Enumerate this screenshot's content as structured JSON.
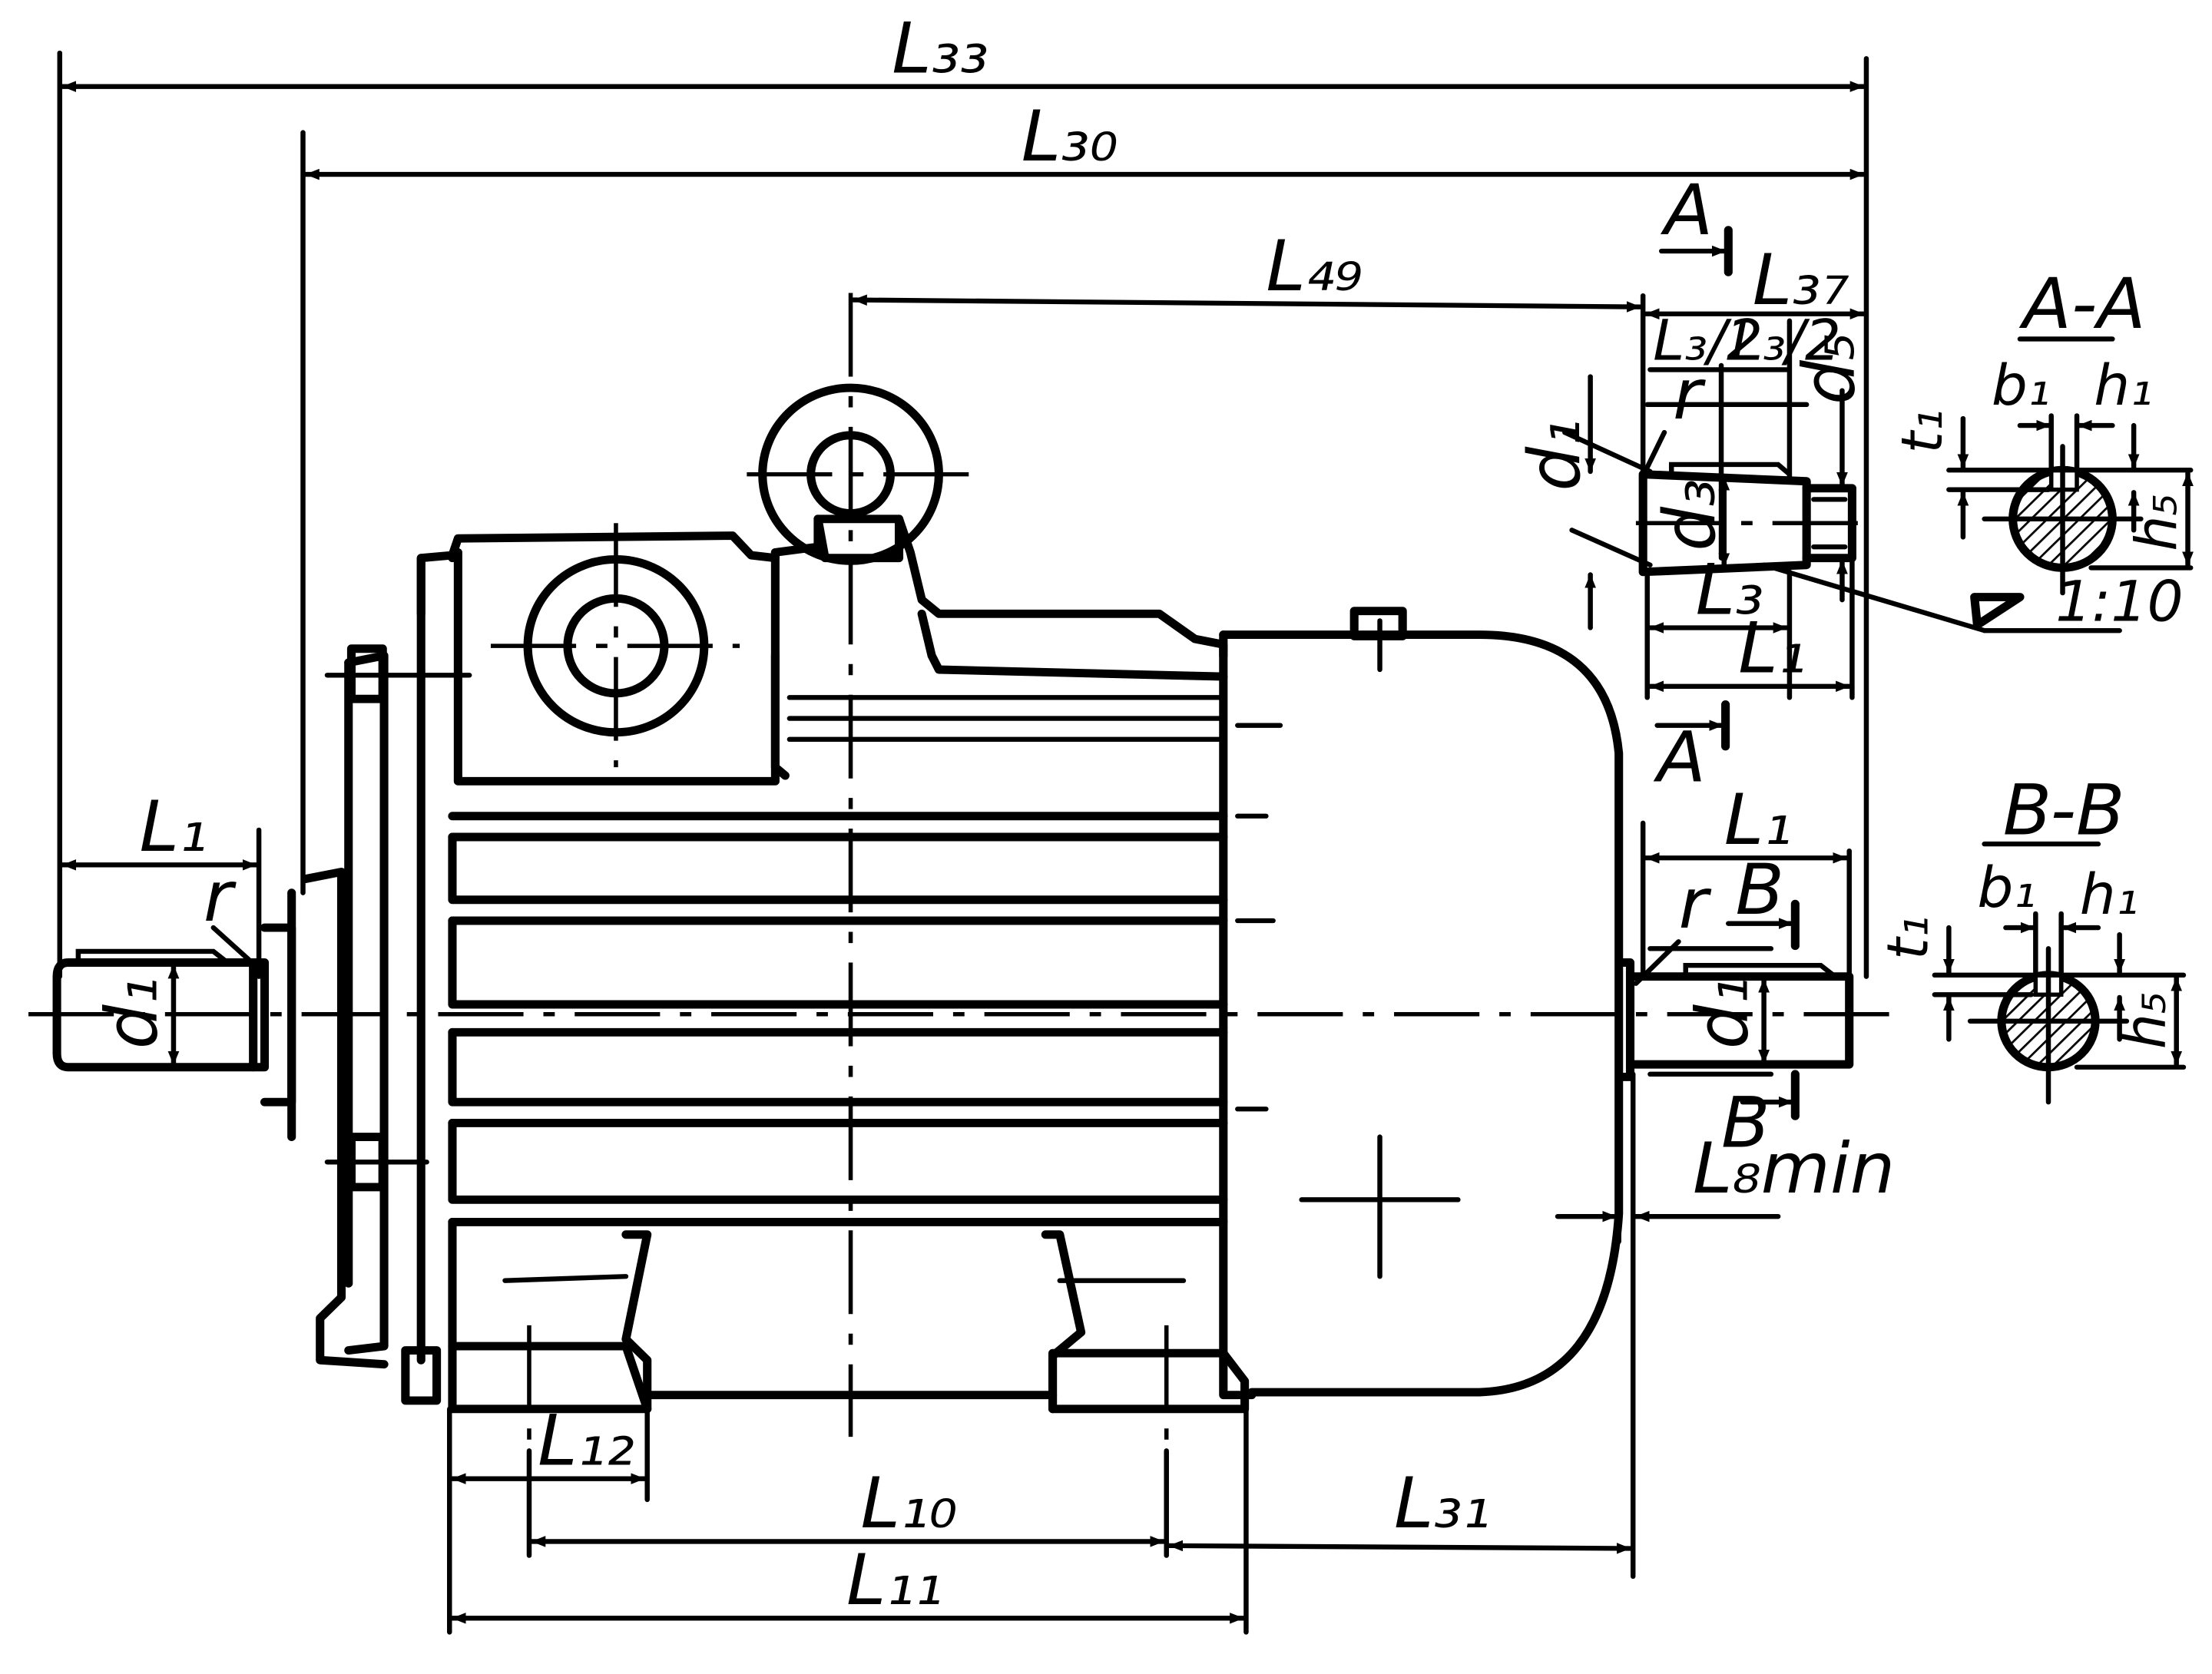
{
  "dimensions": {
    "L33": "L₃₃",
    "L30": "L₃₀",
    "L49": "L₄₉",
    "L37": "L₃₇",
    "L3_half_a": "L₃/2",
    "L3_half_b": "L₃/2",
    "d5": "d₅",
    "d1_top": "d₁",
    "d3": "d₃",
    "L3": "L₃",
    "L1_top": "L₁",
    "L1_right": "L₁",
    "L1_left": "L₁",
    "d1_left": "d₁",
    "d1_right": "d₁",
    "r_left": "r",
    "r_top": "r",
    "r_right": "r",
    "L8min": "L₈min",
    "L12": "L₁₂",
    "L10": "L₁₀",
    "L11": "L₁₁",
    "L31": "L₃₁",
    "taper": "1:10"
  },
  "section_markers": {
    "A_top": "A",
    "A_bottom": "A",
    "B_top": "B",
    "B_bottom": "B"
  },
  "section_aa": {
    "title": "A-A",
    "t1": "t₁",
    "b1": "b₁",
    "h1": "h₁",
    "h5": "h₅"
  },
  "section_bb": {
    "title": "B-B",
    "t1": "t₁",
    "b1": "b₁",
    "h1": "h₁",
    "h5": "h₅"
  }
}
